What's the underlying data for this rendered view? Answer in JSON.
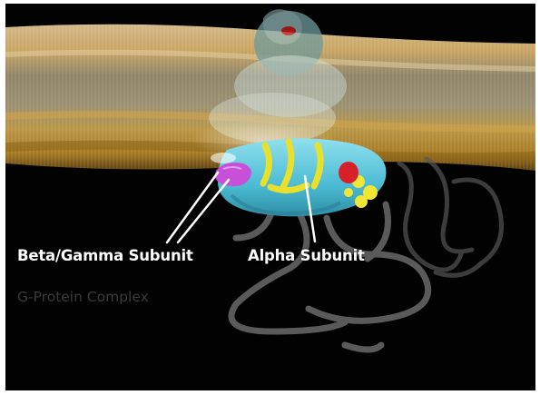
{
  "labels": {
    "beta_gamma": "Beta/Gamma Subunit",
    "alpha": "Alpha Subunit",
    "complex": "G-Protein Complex"
  },
  "colors": {
    "background": "#020202",
    "membrane_heads": "#c9a45a",
    "membrane_lower": "#b4892c",
    "alpha_subunit": "#5bc8de",
    "beta_gamma_subunit": "#c84fd8",
    "helix": "#e8e02a",
    "gdp": "#d8202a",
    "receptor": "#7fa6a6",
    "caption": "#3a3a3a",
    "label_text": "#ffffff"
  }
}
